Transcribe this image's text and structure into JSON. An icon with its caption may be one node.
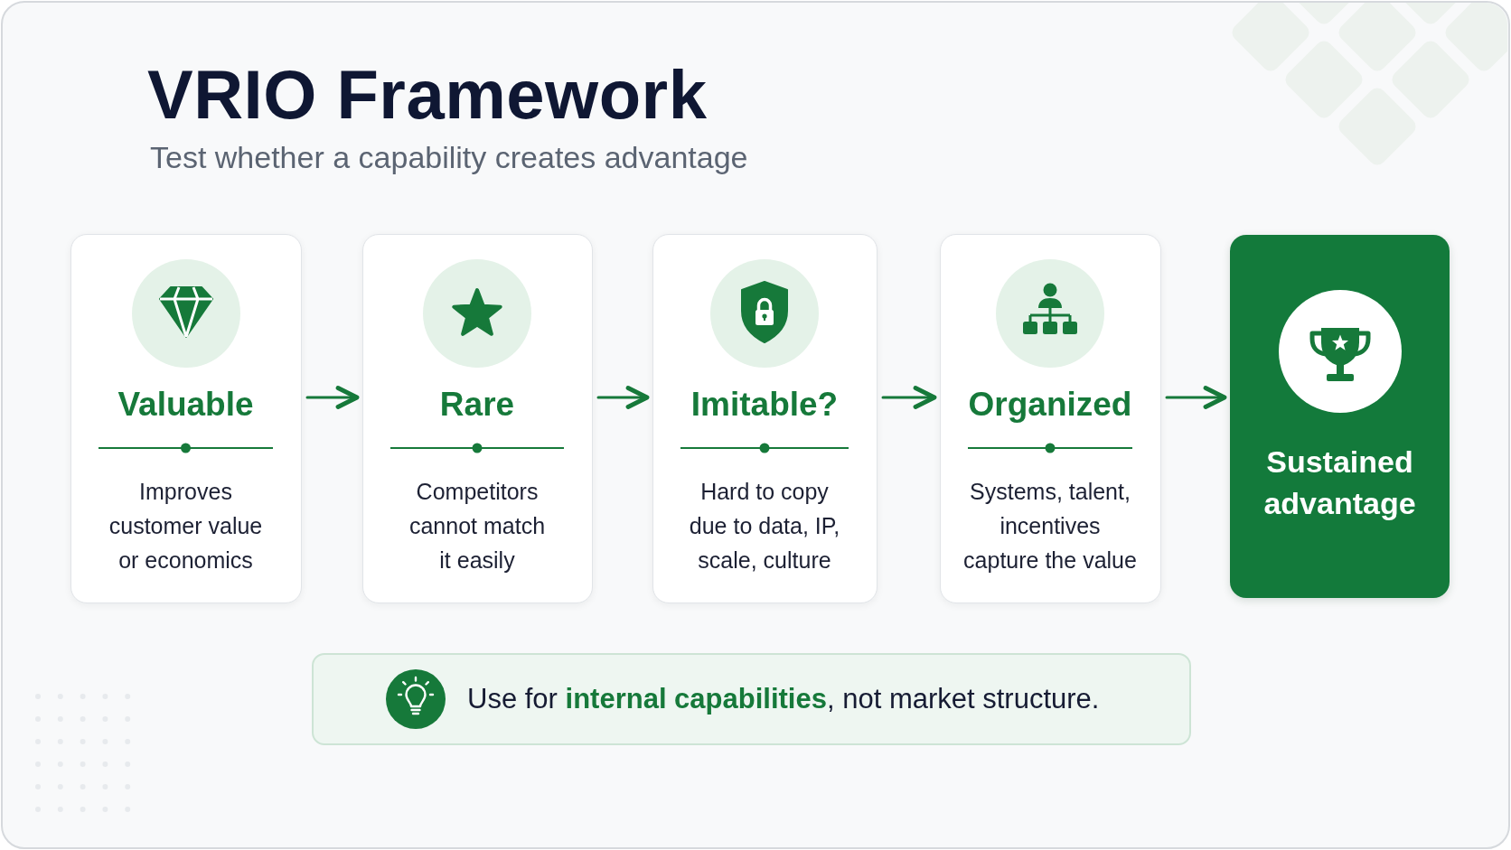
{
  "diagram": {
    "title": "VRIO Framework",
    "nodes": [
      {
        "text": [
          "Valuable",
          "Improves customer value or economics"
        ]
      },
      {
        "text": [
          "Rare",
          "Competitors cannot match it easily"
        ]
      },
      {
        "text": [
          "Imitable?",
          "Hard to copy due to data, IP, scale, culture"
        ]
      },
      {
        "text": [
          "Organized",
          "Systems, talent, incentives capture the value"
        ]
      },
      {
        "text": [
          "Sustained advantage"
        ]
      },
      {
        "text": [
          "Use for **internal capabilities**, not market structure."
        ]
      }
    ],
    "edges": [
      {
        "from": 0,
        "to": 1,
        "arrow": "to"
      },
      {
        "from": 1,
        "to": 2,
        "arrow": "to"
      },
      {
        "from": 2,
        "to": 3,
        "arrow": "to"
      },
      {
        "from": 3,
        "to": 4,
        "arrow": "to"
      }
    ],
    "labels": [
      "Test whether a capability creates advantage"
    ]
  }
}
